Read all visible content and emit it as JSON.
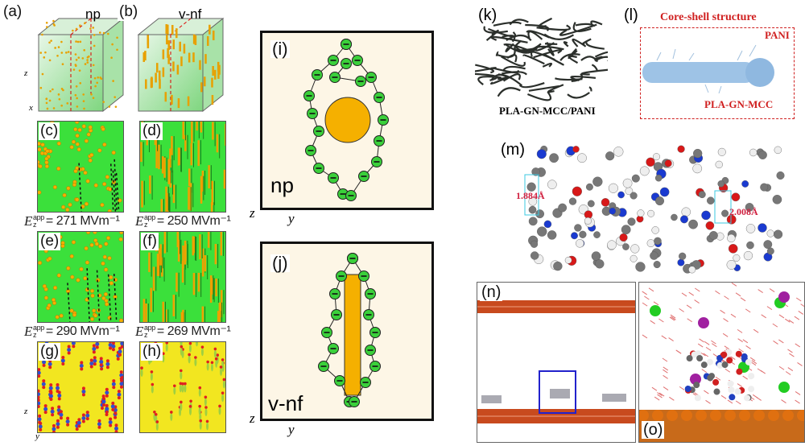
{
  "panels": {
    "a": {
      "label": "(a)",
      "title": "np"
    },
    "b": {
      "label": "(b)",
      "title": "v-nf"
    },
    "c": {
      "label": "(c)"
    },
    "d": {
      "label": "(d)"
    },
    "e": {
      "label": "(e)"
    },
    "f": {
      "label": "(f)"
    },
    "g": {
      "label": "(g)"
    },
    "h": {
      "label": "(h)"
    },
    "i": {
      "label": "(i)",
      "tag": "np"
    },
    "j": {
      "label": "(j)",
      "tag": "v-nf"
    },
    "k": {
      "label": "(k)",
      "caption": "PLA-GN-MCC/PANI"
    },
    "l": {
      "label": "(l)",
      "title": "Core-shell structure",
      "shell": "PANI",
      "core": "PLA-GN-MCC"
    },
    "m": {
      "label": "(m)",
      "dist1": "1.884Å",
      "dist2": "2.008Å"
    },
    "n": {
      "label": "(n)"
    },
    "o": {
      "label": "(o)"
    }
  },
  "fields": {
    "cd": {
      "left": "= 271 MVm⁻¹",
      "right": "= 250 MVm⁻¹"
    },
    "ef": {
      "left": "= 290 MVm⁻¹",
      "right": "= 269 MVm⁻¹"
    },
    "symbol": "E",
    "sup": "app",
    "sub": "z"
  },
  "axes": {
    "z": "z",
    "y": "y",
    "x": "x"
  },
  "colors": {
    "green": "#3be03b",
    "orange": "#f5b000",
    "yellow": "#f2e620",
    "red": "#d62020"
  }
}
